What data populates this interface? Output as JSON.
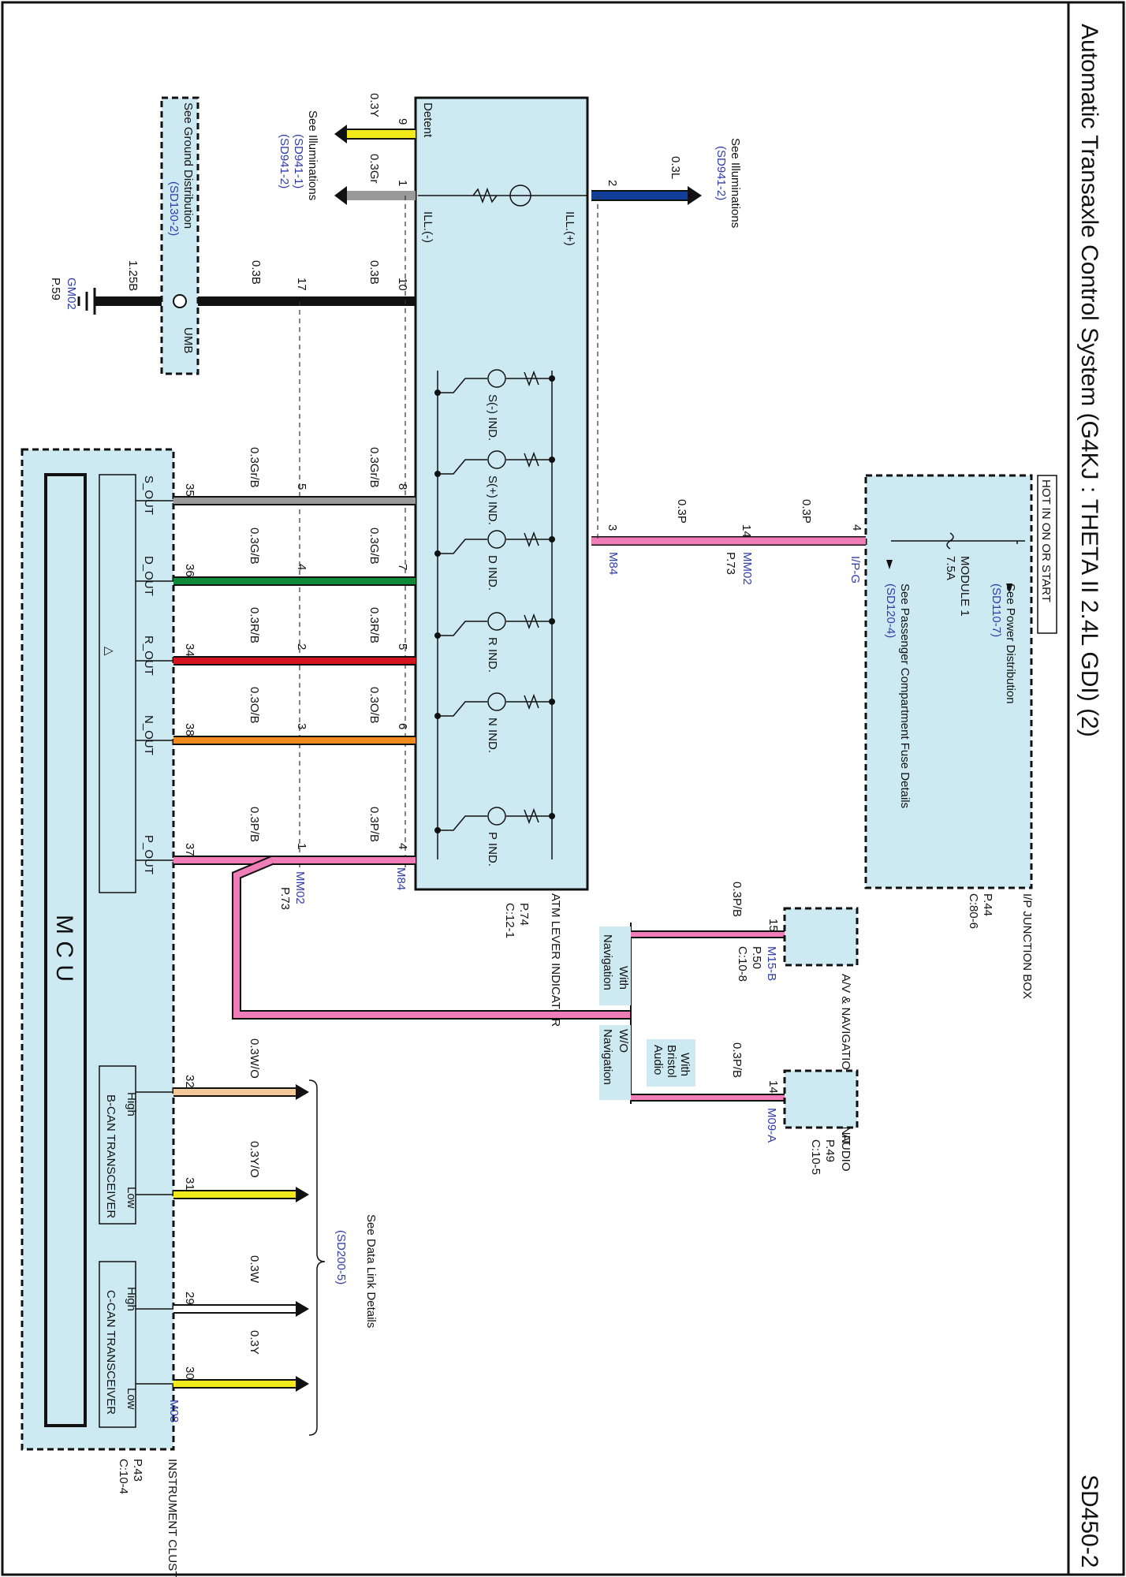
{
  "title": "Automatic Transaxle Control System (G4KJ : THETA II 2.4L GDI) (2)",
  "page_id": "SD450-2",
  "hot_label": "HOT IN ON OR START",
  "junction_box": {
    "name": "I/P JUNCTION BOX",
    "page": "P.44",
    "code": "C:80-6",
    "power_ref": "See Power Distribution",
    "power_link": "(SD110-7)",
    "fuse_name": "MODULE 1",
    "fuse_rating": "7.5A",
    "fuse_ref": "See Passenger Compartment Fuse Details",
    "fuse_link": "(SD120-4)",
    "connector": "I/P-G"
  },
  "lever": {
    "name": "ATM LEVER INDICATOR",
    "page": "P.74",
    "code": "C:12-1",
    "ill_plus": "ILL.(+)",
    "ill_minus": "ILL.(-)",
    "detent": "Detent",
    "connector": "M84",
    "indicators": [
      {
        "label": "S(-) IND."
      },
      {
        "label": "S(+) IND."
      },
      {
        "label": "D IND."
      },
      {
        "label": "R IND."
      },
      {
        "label": "N IND."
      },
      {
        "label": "P IND."
      }
    ]
  },
  "illum_ref_top": {
    "text": "See Illuminations",
    "link": "(SD941-2)",
    "wire": "0.3L",
    "pin": "2"
  },
  "illum_ref_left": {
    "text": "See Illuminations",
    "link1": "(SD941-1)",
    "link2": "(SD941-2)"
  },
  "ground_ref": {
    "text": "See Ground Distribution",
    "link": "(SD130-2)",
    "umb": "UMB",
    "ground": "GM02",
    "page": "P.59",
    "wire": "1.25B"
  },
  "wires_top": [
    {
      "pin": "9",
      "wire": "0.3Y"
    },
    {
      "pin": "1",
      "wire": "0.3Gr"
    },
    {
      "pin": "10",
      "wire": "0.3B",
      "mid_pin": "17",
      "mid_wire": "0.3B"
    }
  ],
  "pink_feed": {
    "pin_lever": "3",
    "wire1": "0.3P",
    "mid_pin": "14",
    "mid_conn": "MM02",
    "mid_page": "P.73",
    "wire2": "0.3P",
    "jb_pin": "4"
  },
  "signals": [
    {
      "name": "S_OUT",
      "mcu_pin": "35",
      "mid_pin": "5",
      "lever_pin": "8",
      "wire": "0.3Gr/B",
      "wire2": "0.3Gr/B"
    },
    {
      "name": "D_OUT",
      "mcu_pin": "36",
      "mid_pin": "4",
      "lever_pin": "7",
      "wire": "0.3G/B",
      "wire2": "0.3G/B"
    },
    {
      "name": "R_OUT",
      "mcu_pin": "34",
      "mid_pin": "2",
      "lever_pin": "5",
      "wire": "0.3R/B",
      "wire2": "0.3R/B"
    },
    {
      "name": "N_OUT",
      "mcu_pin": "38",
      "mid_pin": "3",
      "lever_pin": "6",
      "wire": "0.3O/B",
      "wire2": "0.3O/B"
    },
    {
      "name": "P_OUT",
      "mcu_pin": "37",
      "mid_pin": "1",
      "lever_pin": "4",
      "wire": "0.3P/B",
      "wire2": "0.3P/B"
    }
  ],
  "mm02_bottom": {
    "conn": "MM02",
    "page": "P.73",
    "lever_conn": "M84"
  },
  "mcu": {
    "label": "M C U",
    "delta": "△"
  },
  "cluster": {
    "name": "INSTRUMENT CLUSTER",
    "page": "P.43",
    "code": "C:10-4",
    "connector": "M08"
  },
  "bcan": {
    "name": "B-CAN TRANSCEIVER",
    "high": "High",
    "low": "Low"
  },
  "ccan": {
    "name": "C-CAN TRANSCEIVER",
    "high": "High",
    "low": "Low"
  },
  "can_wires": [
    {
      "pin": "32",
      "wire": "0.3W/O"
    },
    {
      "pin": "31",
      "wire": "0.3Y/O"
    },
    {
      "pin": "29",
      "wire": "0.3W"
    },
    {
      "pin": "30",
      "wire": "0.3Y"
    }
  ],
  "data_link": {
    "text": "See Data Link Details",
    "link": "(SD200-5)"
  },
  "nav": {
    "with_nav": "With Navigation",
    "wo_nav": "W/O Navigation",
    "with_bristol": "With Bristol Audio",
    "av_pin": "15",
    "av_wire": "0.3P/B",
    "av_conn": "M15-B",
    "av_page": "P.50",
    "av_code": "C:10-8",
    "av_name": "A/V & NAVIGATION HEAD UNIT",
    "audio_pin": "14",
    "audio_wire": "0.3P/B",
    "audio_conn": "M09-A",
    "audio_page": "P.49",
    "audio_code": "C:10-5",
    "audio_name": "AUDIO"
  },
  "colors": {
    "gray": "#9a9a9a",
    "green": "#0e8a3a",
    "red": "#d4141e",
    "orange": "#f08a1c",
    "pink": "#f07cb8",
    "blue": "#123f9a",
    "yellow": "#f2ea1a",
    "panel": "#cdeaf2"
  }
}
